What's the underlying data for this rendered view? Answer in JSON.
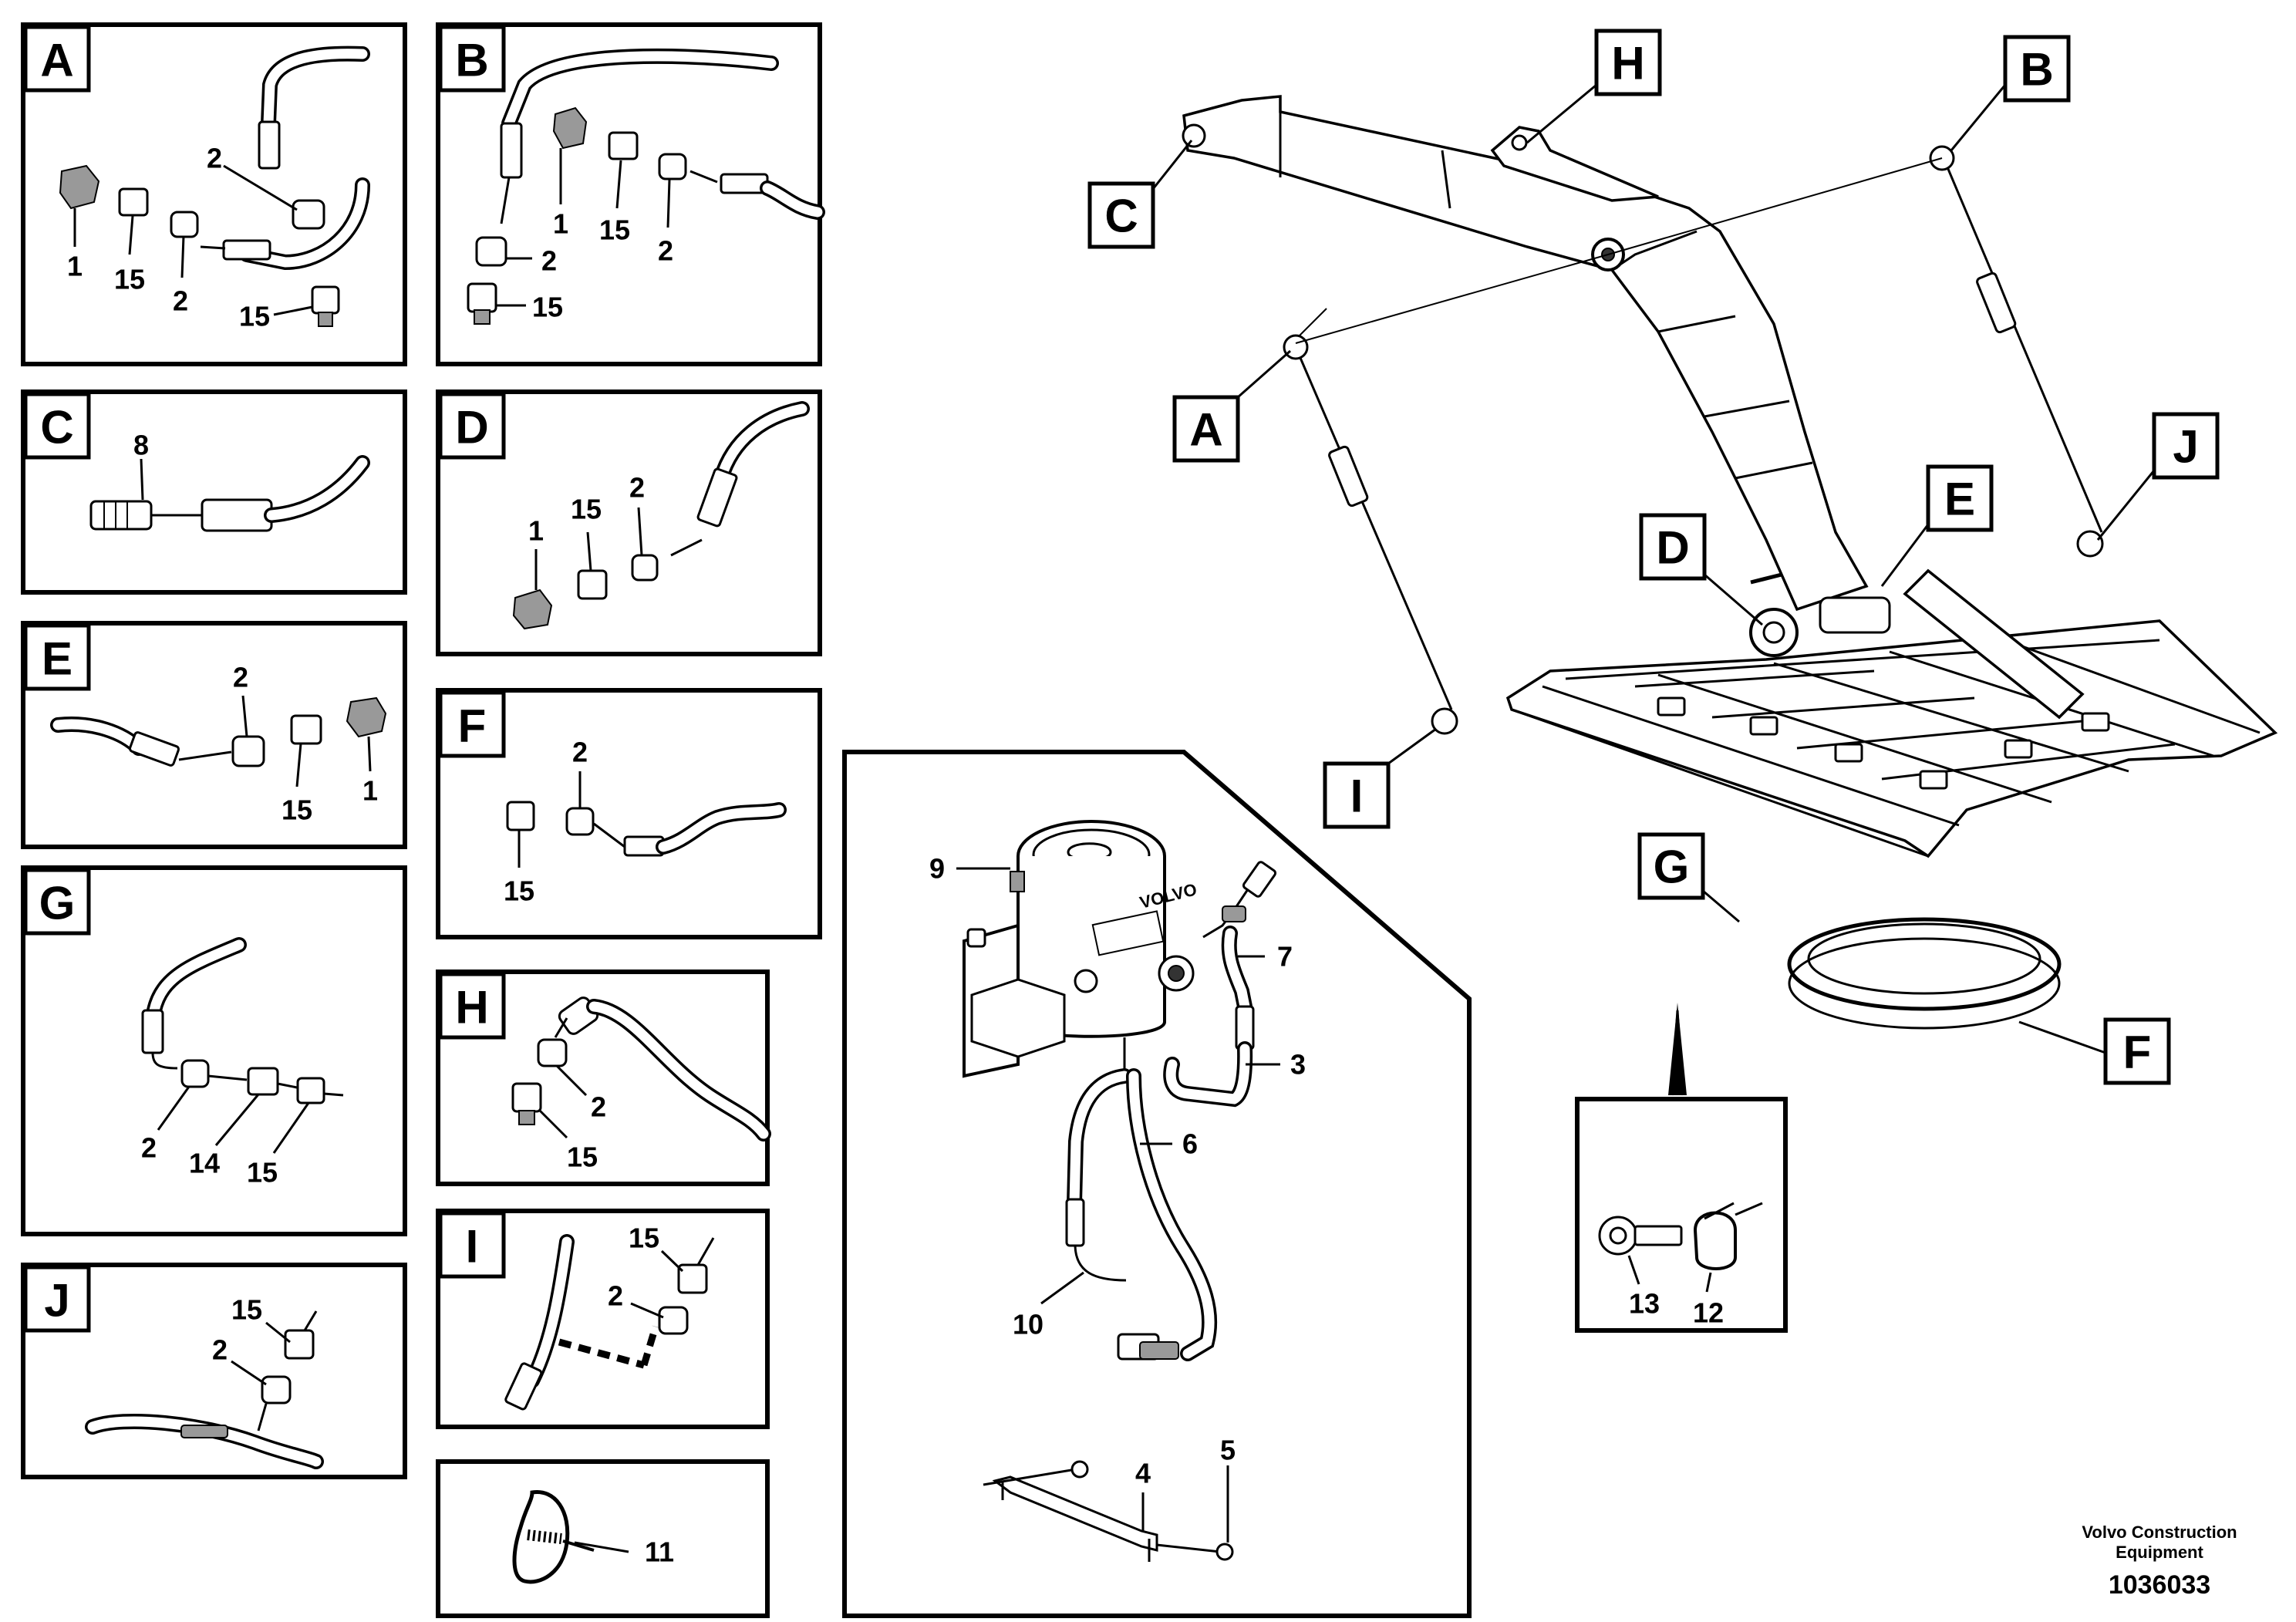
{
  "panels": {
    "A": {
      "letter": "A",
      "callouts": [
        "2",
        "1",
        "15",
        "2",
        "15"
      ]
    },
    "B": {
      "letter": "B",
      "callouts": [
        "1",
        "15",
        "2",
        "2",
        "15"
      ]
    },
    "C": {
      "letter": "C",
      "callouts": [
        "8"
      ]
    },
    "D": {
      "letter": "D",
      "callouts": [
        "15",
        "2",
        "1"
      ]
    },
    "E": {
      "letter": "E",
      "callouts": [
        "2",
        "15",
        "1"
      ]
    },
    "F": {
      "letter": "F",
      "callouts": [
        "2",
        "15"
      ]
    },
    "G": {
      "letter": "G",
      "callouts": [
        "2",
        "14",
        "15"
      ]
    },
    "H": {
      "letter": "H",
      "callouts": [
        "2",
        "15"
      ]
    },
    "I": {
      "letter": "I",
      "callouts": [
        "15",
        "2"
      ]
    },
    "J": {
      "letter": "J",
      "callouts": [
        "15",
        "2"
      ]
    },
    "K": {
      "callouts": [
        "11"
      ]
    }
  },
  "center_panel": {
    "callouts": [
      "9",
      "7",
      "3",
      "6",
      "10",
      "4",
      "5"
    ],
    "brand_text": "VOLVO"
  },
  "overview": {
    "letters": [
      "H",
      "B",
      "C",
      "A",
      "J",
      "E",
      "D",
      "I",
      "G",
      "F"
    ],
    "detail_callouts": [
      "13",
      "12"
    ]
  },
  "footer": {
    "company_line1": "Volvo Construction",
    "company_line2": "Equipment",
    "drawing_number": "1036033"
  }
}
